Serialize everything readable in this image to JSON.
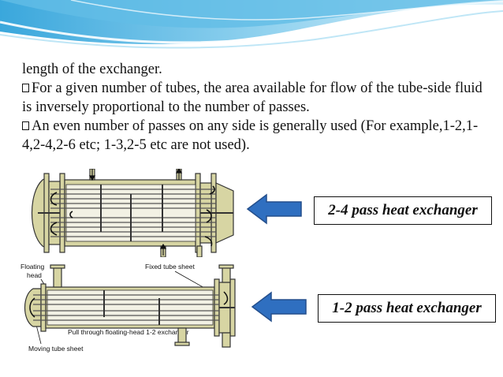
{
  "body": {
    "line1": "length  of the exchanger.",
    "bullet1": "For a given number of tubes, the area available for flow of the tube-side fluid is inversely proportional to the number of passes.",
    "bullet2": "An even number of passes on any side is generally used (For example,1-2,1-4,2-4,2-6 etc; 1-3,2-5 etc are not used)."
  },
  "callouts": {
    "top": "2-4 pass heat exchanger",
    "bottom": "1-2 pass heat exchanger"
  },
  "diagram_labels": {
    "floating_head": [
      "Floating",
      "head"
    ],
    "fixed_tube_sheet": "Fixed tube sheet",
    "pull_through": "Pull through floating-head 1-2 exchanger",
    "moving_tube_sheet": "Moving tube sheet"
  },
  "colors": {
    "arrow_blue": "#2f6fc0",
    "shell_fill": "#d7d5a3",
    "banner_blue": "#4fb4e0"
  }
}
